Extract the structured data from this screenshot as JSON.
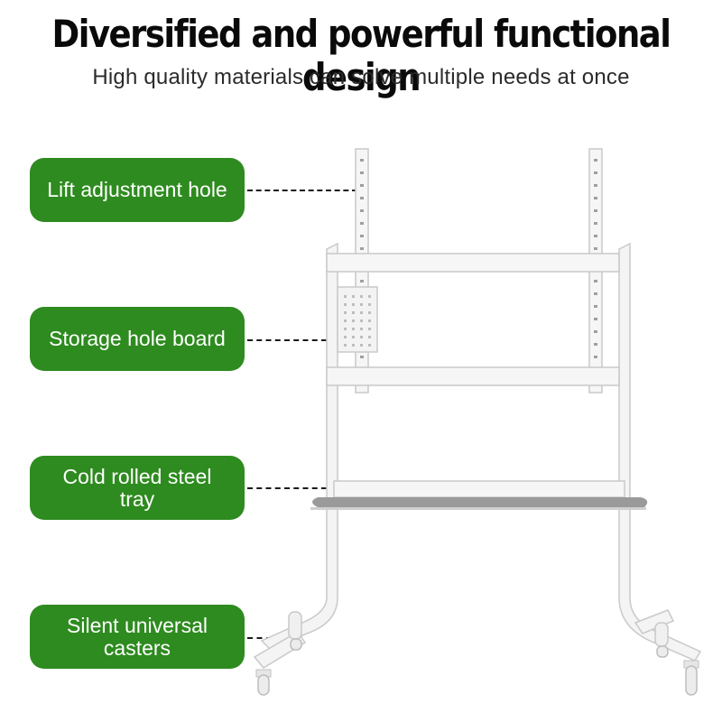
{
  "header": {
    "title": "Diversified and powerful functional design",
    "subtitle": "High quality materials can solve multiple needs at once"
  },
  "callouts": [
    {
      "label": "Lift adjustment hole"
    },
    {
      "label": "Storage hole board"
    },
    {
      "label": "Cold rolled steel tray"
    },
    {
      "label": "Silent universal casters"
    }
  ],
  "colors": {
    "callout_bg": "#2e8b1f",
    "frame": "#f4f4f4",
    "frame_edge": "#c9c9c9",
    "tray": "#9a9a9a",
    "text_dark": "#0a0a0a"
  },
  "icons": {
    "product": "mobile-tv-stand-illustration"
  }
}
